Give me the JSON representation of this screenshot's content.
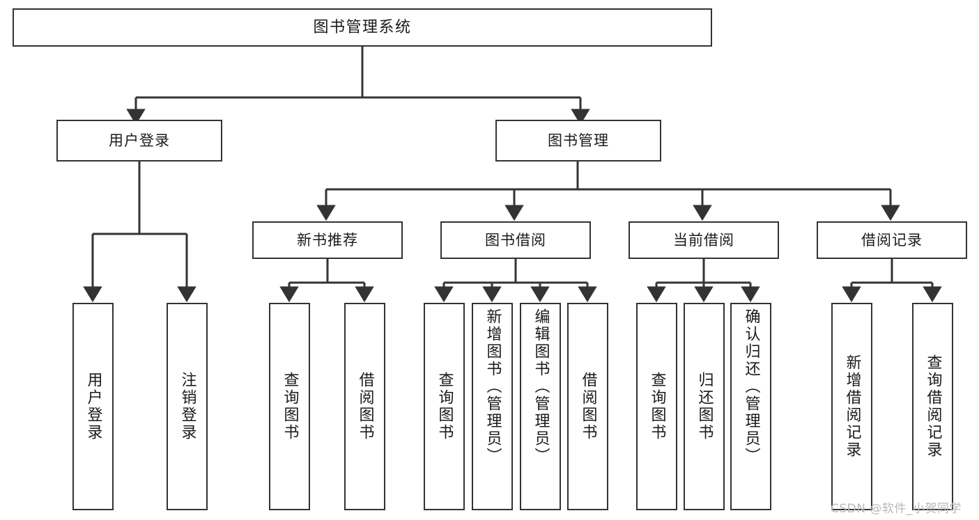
{
  "diagram": {
    "title": "图书管理系统",
    "type": "hierarchy-tree",
    "root": {
      "id": "root",
      "label": "图书管理系统"
    },
    "level2": [
      {
        "id": "user-login",
        "label": "用户登录"
      },
      {
        "id": "book-manage",
        "label": "图书管理"
      }
    ],
    "level3": [
      {
        "id": "new-book-rec",
        "label": "新书推荐",
        "parent": "book-manage"
      },
      {
        "id": "book-borrow",
        "label": "图书借阅",
        "parent": "book-manage"
      },
      {
        "id": "current-borrow",
        "label": "当前借阅",
        "parent": "book-manage"
      },
      {
        "id": "borrow-record",
        "label": "借阅记录",
        "parent": "book-manage"
      }
    ],
    "leaves": {
      "user_login": [
        {
          "id": "leaf-user-login",
          "label": "用户登录"
        },
        {
          "id": "leaf-logout",
          "label": "注销登录"
        }
      ],
      "new_book_rec": [
        {
          "id": "leaf-query-book-1",
          "label": "查询图书"
        },
        {
          "id": "leaf-borrow-book-1",
          "label": "借阅图书"
        }
      ],
      "book_borrow": [
        {
          "id": "leaf-query-book-2",
          "label": "查询图书"
        },
        {
          "id": "leaf-add-book",
          "label": "新增图书（管理员）"
        },
        {
          "id": "leaf-edit-book",
          "label": "编辑图书（管理员）"
        },
        {
          "id": "leaf-borrow-book-2",
          "label": "借阅图书"
        }
      ],
      "current_borrow": [
        {
          "id": "leaf-query-book-3",
          "label": "查询图书"
        },
        {
          "id": "leaf-return-book",
          "label": "归还图书"
        },
        {
          "id": "leaf-confirm-return",
          "label": "确认归还（管理员）"
        }
      ],
      "borrow_record": [
        {
          "id": "leaf-add-record",
          "label": "新增借阅记录"
        },
        {
          "id": "leaf-query-record",
          "label": "查询借阅记录"
        }
      ]
    },
    "colors": {
      "stroke": "#333333",
      "background": "#ffffff",
      "text": "#1a1a1a",
      "watermark": "#b9b9b9"
    }
  },
  "watermark": {
    "text": "CSDN @软件_小贺同学"
  }
}
